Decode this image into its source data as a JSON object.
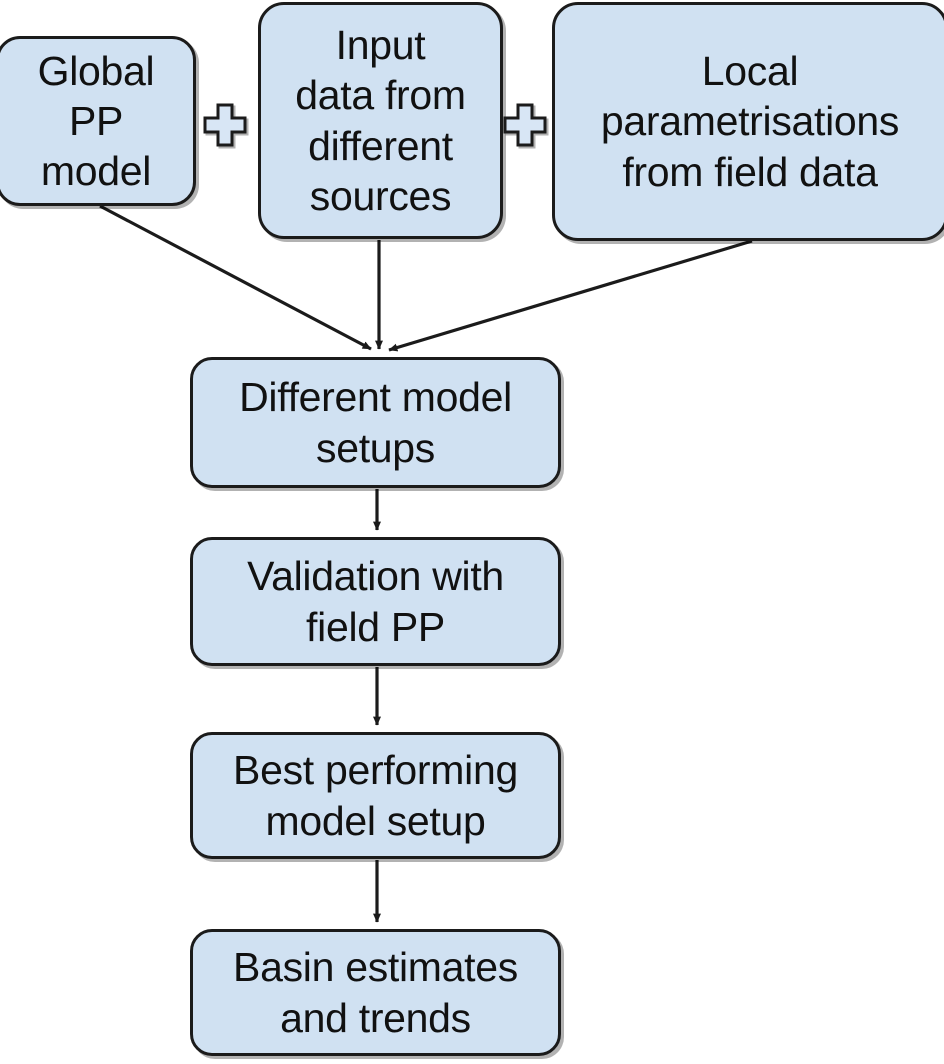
{
  "diagram": {
    "title": "Modelling workflow flowchart",
    "type": "flowchart",
    "colors": {
      "node_fill": "#d0e1f2",
      "node_stroke": "#1b1b1b",
      "edge_stroke": "#1b1b1b",
      "text": "#111111",
      "background": "#ffffff"
    },
    "nodes": [
      {
        "id": "global-pp-model",
        "label": "Global\nPP\nmodel"
      },
      {
        "id": "input-data",
        "label": "Input\ndata from\ndifferent\nsources"
      },
      {
        "id": "local-param",
        "label": "Local\nparametrisations\nfrom field data"
      },
      {
        "id": "different-setups",
        "label": "Different model\nsetups"
      },
      {
        "id": "validation",
        "label": "Validation with\nfield PP"
      },
      {
        "id": "best-setup",
        "label": "Best performing\nmodel setup"
      },
      {
        "id": "basin-estimates",
        "label": "Basin estimates\nand trends"
      }
    ],
    "operators": [
      {
        "id": "plus-1",
        "symbol": "+",
        "name": "plus-sign"
      },
      {
        "id": "plus-2",
        "symbol": "+",
        "name": "plus-sign"
      }
    ],
    "edges": [
      {
        "id": "edge-global-to-setups",
        "from": "global-pp-model",
        "to": "different-setups",
        "arrow": true
      },
      {
        "id": "edge-input-to-setups",
        "from": "input-data",
        "to": "different-setups",
        "arrow": true
      },
      {
        "id": "edge-local-to-setups",
        "from": "local-param",
        "to": "different-setups",
        "arrow": true
      },
      {
        "id": "edge-setups-to-validation",
        "from": "different-setups",
        "to": "validation",
        "arrow": true
      },
      {
        "id": "edge-validation-to-best",
        "from": "validation",
        "to": "best-setup",
        "arrow": true
      },
      {
        "id": "edge-best-to-basin",
        "from": "best-setup",
        "to": "basin-estimates",
        "arrow": true
      }
    ]
  }
}
